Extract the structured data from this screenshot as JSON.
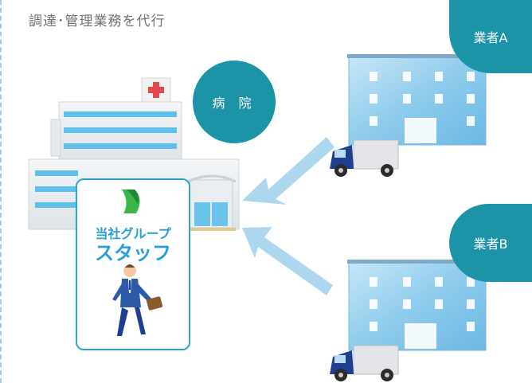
{
  "heading": "調達･管理業務を代行",
  "hospital": {
    "label": "病 院"
  },
  "vendor_a": {
    "label": "業者A"
  },
  "vendor_b": {
    "label": "業者B"
  },
  "staff": {
    "line1": "当社グループ",
    "line2": "スタッフ"
  },
  "colors": {
    "circle": "#1d93a8",
    "arrow": "#a9d4ee",
    "building": "#8cc8ea",
    "card_border": "#2fa7c9",
    "staff_text": "#2a9fd6"
  },
  "icons": [
    "hospital-building-icon",
    "vendor-building-icon",
    "delivery-truck-icon",
    "businessman-icon",
    "company-logo-icon"
  ]
}
